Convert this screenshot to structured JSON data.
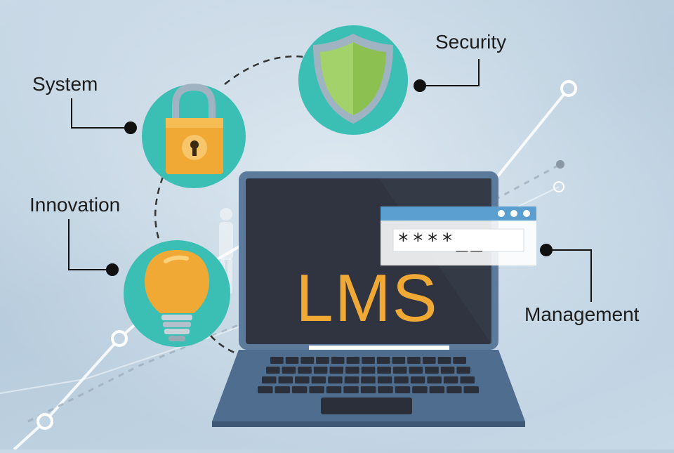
{
  "labels": {
    "system": "System",
    "security": "Security",
    "innovation": "Innovation",
    "management": "Management"
  },
  "screen": {
    "title": "LMS",
    "password_mask": "****__"
  },
  "icons": [
    "lock-icon",
    "shield-icon",
    "lightbulb-icon",
    "laptop-icon",
    "login-window-icon"
  ],
  "colors": {
    "circle": "#3bbfb5",
    "accent_orange": "#f0a935",
    "shield_green": "#8cc152",
    "window_blue": "#5b9fd0",
    "laptop_body": "#4f6d8e",
    "screen_dark": "#2f3440"
  }
}
